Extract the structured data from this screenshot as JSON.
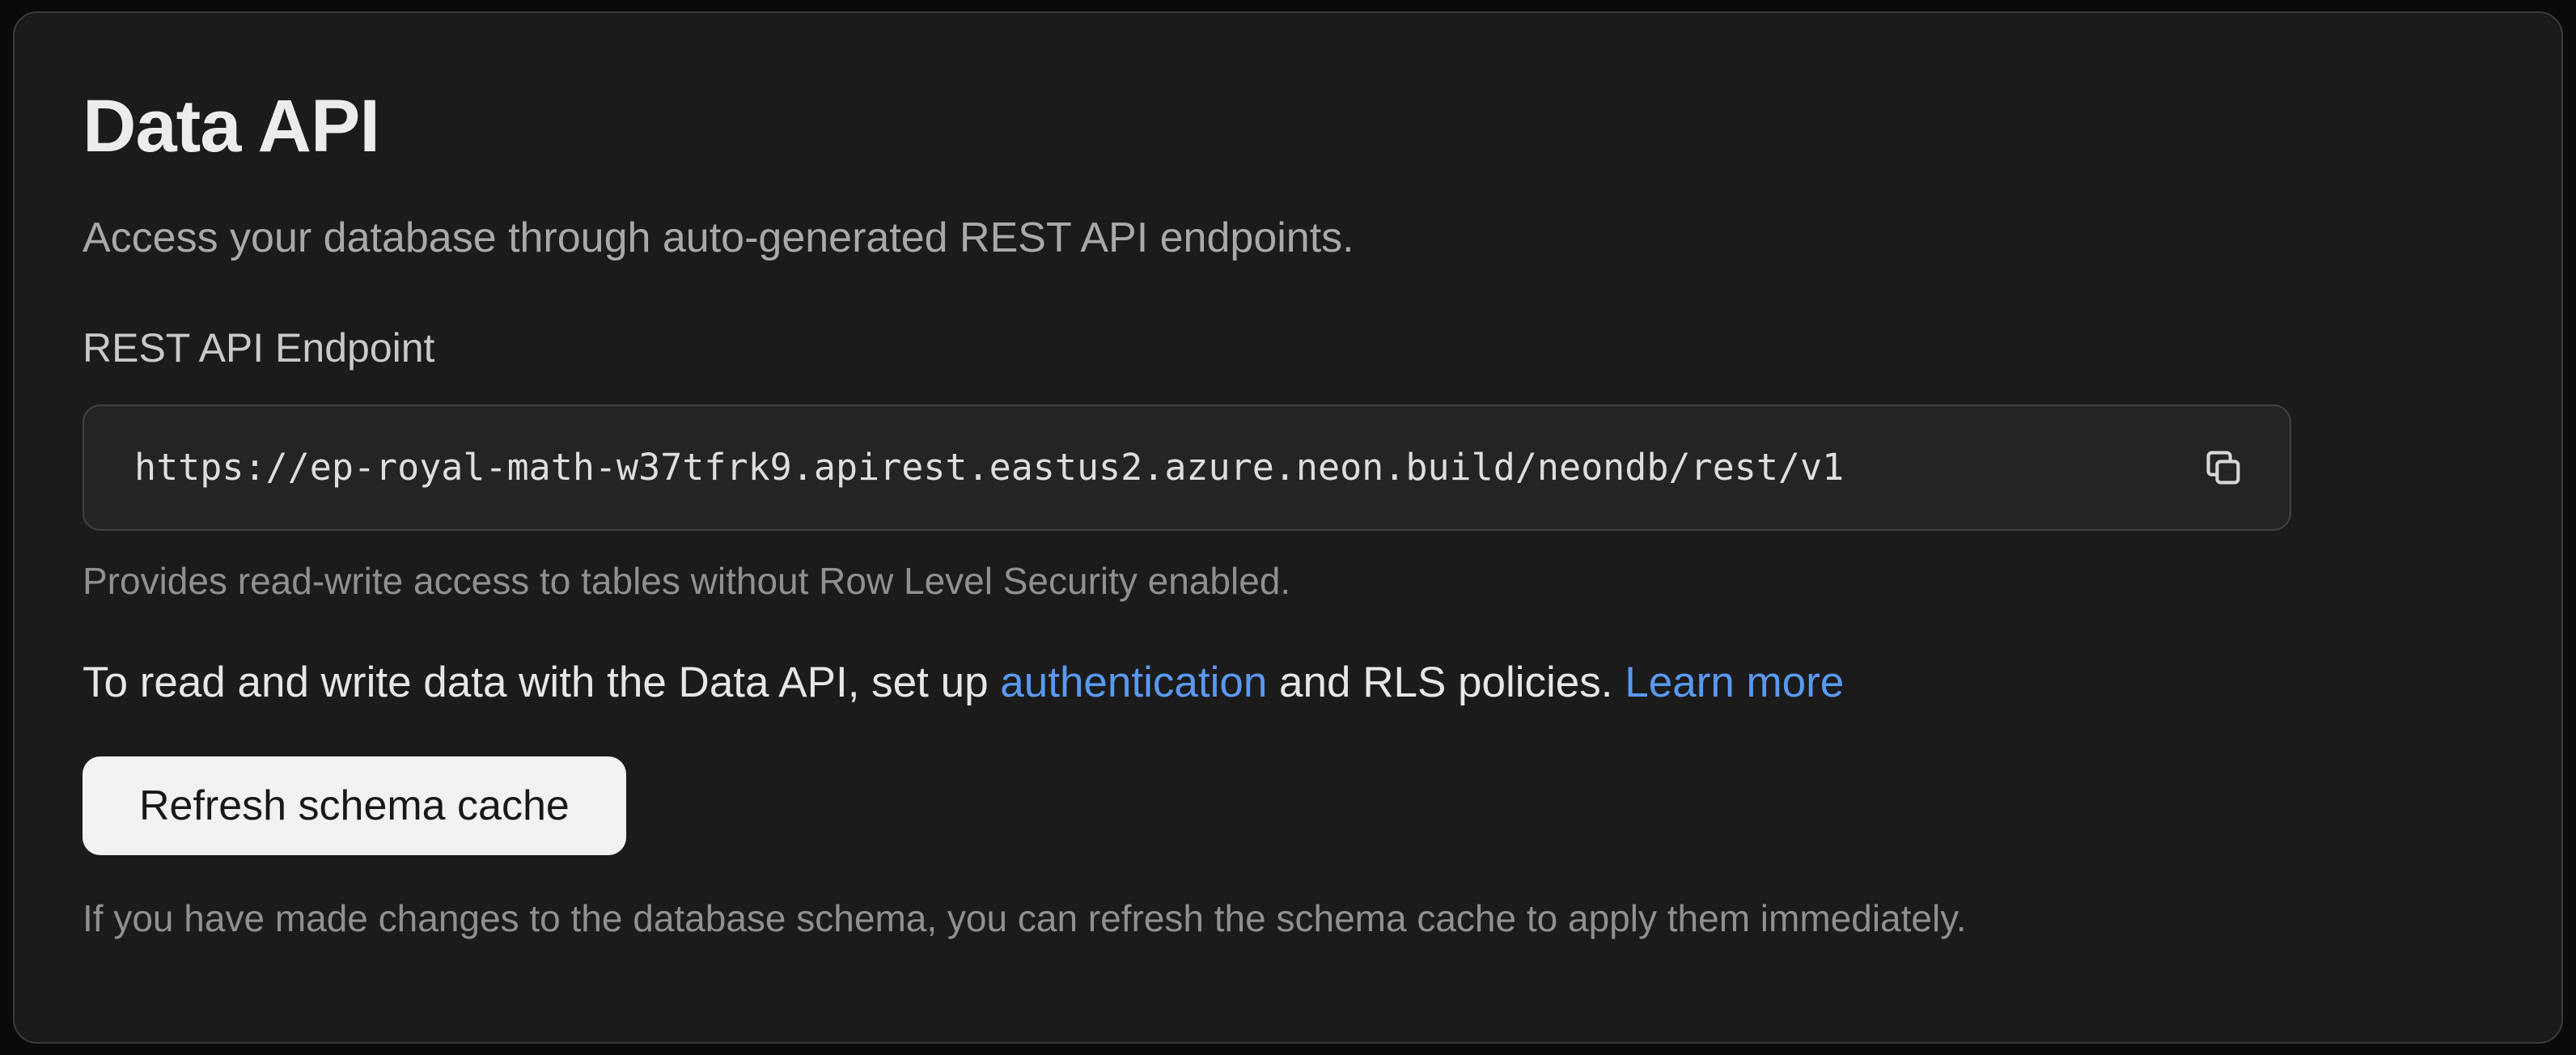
{
  "page": {
    "title": "Data API",
    "description": "Access your database through auto-generated REST API endpoints."
  },
  "endpoint": {
    "label": "REST API Endpoint",
    "url": "https://ep-royal-math-w37tfrk9.apirest.eastus2.azure.neon.build/neondb/rest/v1",
    "helper": "Provides read-write access to tables without Row Level Security enabled.",
    "copy_icon": "copy-icon"
  },
  "rls_note": {
    "prefix": "To read and write data with the Data API, set up ",
    "auth_link": "authentication",
    "middle": " and RLS policies. ",
    "learn_more_link": "Learn more"
  },
  "schema_cache": {
    "button_label": "Refresh schema cache",
    "helper": "If you have made changes to the database schema, you can refresh the schema cache to apply them immediately."
  },
  "colors": {
    "card_background": "#1b1b1b",
    "card_border": "#3a3a3a",
    "input_background": "#242424",
    "link": "#5a99f0",
    "button_background": "#f2f2f2",
    "button_text": "#181818"
  }
}
